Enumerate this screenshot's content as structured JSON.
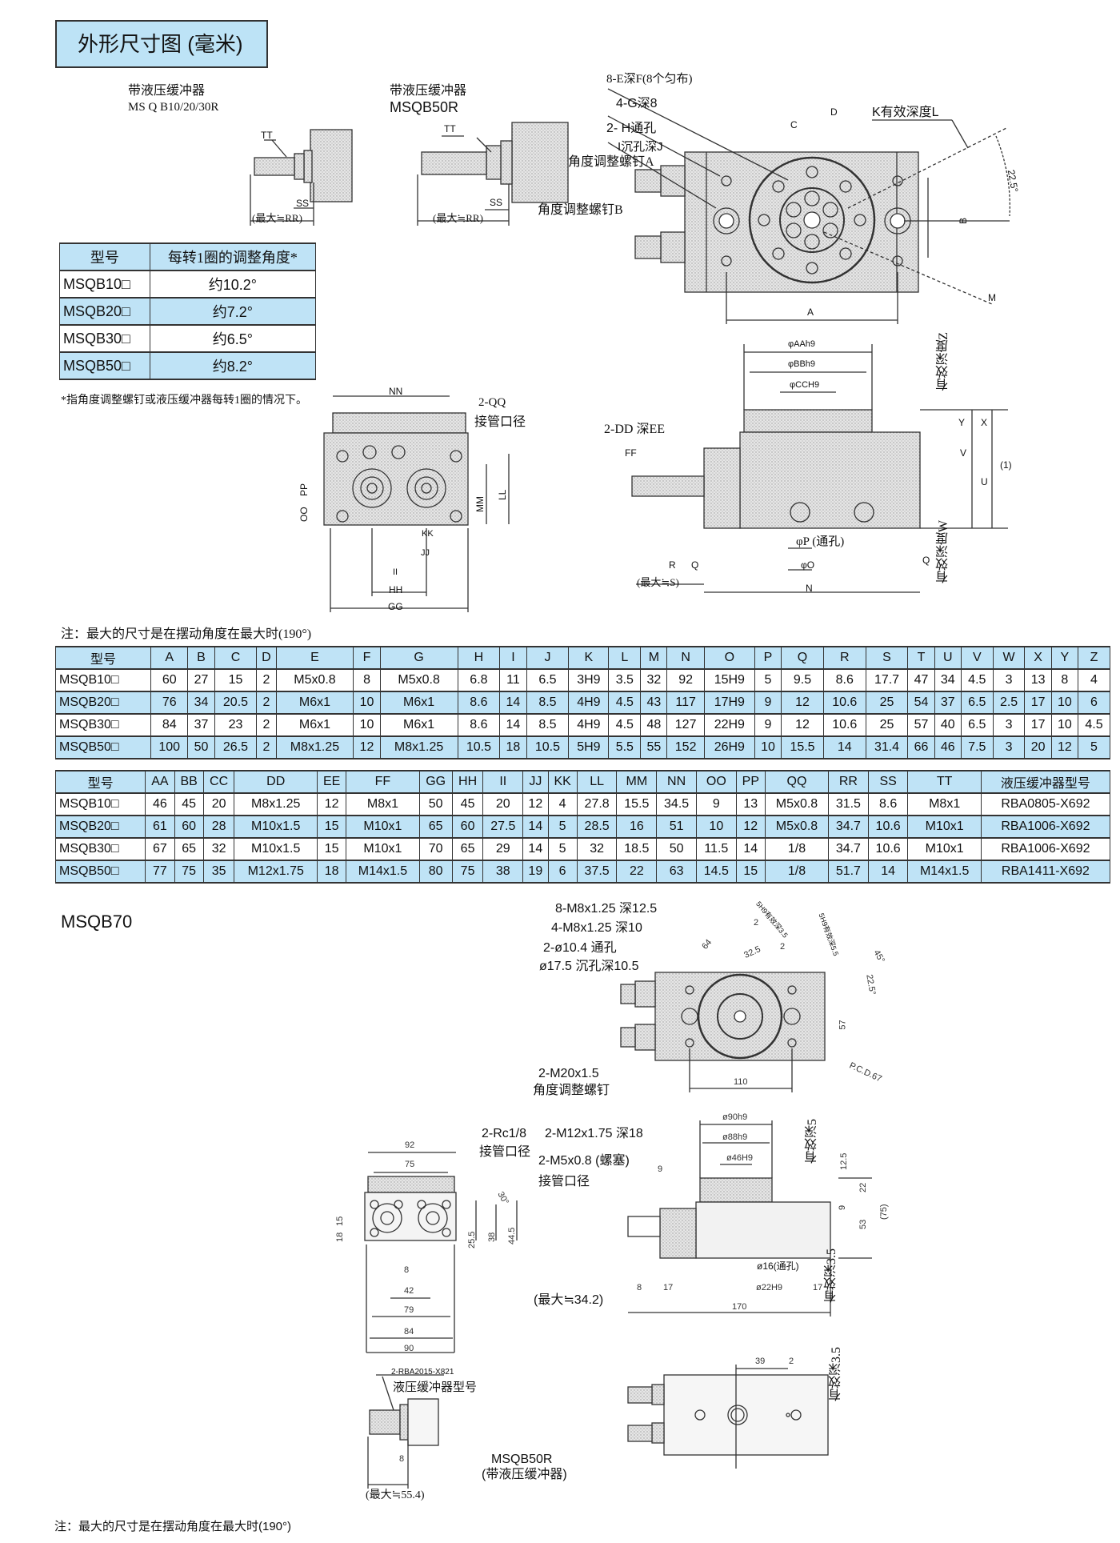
{
  "header": {
    "title": "外形尺寸图 (毫米)"
  },
  "captions": {
    "buffer_small_title": "带液压缓冲器",
    "buffer_small_model": "MS Q B10/20/30R",
    "buffer_50_title": "带液压缓冲器",
    "buffer_50_model": "MSQB50R"
  },
  "angle_table": {
    "headers": [
      "型号",
      "每转1圈的调整角度*"
    ],
    "rows": [
      [
        "MSQB10□",
        "约10.2°"
      ],
      [
        "MSQB20□",
        "约7.2°"
      ],
      [
        "MSQB30□",
        "约6.5°"
      ],
      [
        "MSQB50□",
        "约8.2°"
      ]
    ],
    "footnote": "*指角度调整螺钉或液压缓冲器每转1圈的情况下。"
  },
  "note_max": "注：最大的尺寸是在摆动角度在最大时(190°)",
  "dim_table_1": {
    "headers": [
      "型号",
      "A",
      "B",
      "C",
      "D",
      "E",
      "F",
      "G",
      "H",
      "I",
      "J",
      "K",
      "L",
      "M",
      "N",
      "O",
      "P",
      "Q",
      "R",
      "S",
      "T",
      "U",
      "V",
      "W",
      "X",
      "Y",
      "Z"
    ],
    "rows": [
      [
        "MSQB10□",
        "60",
        "27",
        "15",
        "2",
        "M5x0.8",
        "8",
        "M5x0.8",
        "6.8",
        "11",
        "6.5",
        "3H9",
        "3.5",
        "32",
        "92",
        "15H9",
        "5",
        "9.5",
        "8.6",
        "17.7",
        "47",
        "34",
        "4.5",
        "3",
        "13",
        "8",
        "4"
      ],
      [
        "MSQB20□",
        "76",
        "34",
        "20.5",
        "2",
        "M6x1",
        "10",
        "M6x1",
        "8.6",
        "14",
        "8.5",
        "4H9",
        "4.5",
        "43",
        "117",
        "17H9",
        "9",
        "12",
        "10.6",
        "25",
        "54",
        "37",
        "6.5",
        "2.5",
        "17",
        "10",
        "6"
      ],
      [
        "MSQB30□",
        "84",
        "37",
        "23",
        "2",
        "M6x1",
        "10",
        "M6x1",
        "8.6",
        "14",
        "8.5",
        "4H9",
        "4.5",
        "48",
        "127",
        "22H9",
        "9",
        "12",
        "10.6",
        "25",
        "57",
        "40",
        "6.5",
        "3",
        "17",
        "10",
        "4.5"
      ],
      [
        "MSQB50□",
        "100",
        "50",
        "26.5",
        "2",
        "M8x1.25",
        "12",
        "M8x1.25",
        "10.5",
        "18",
        "10.5",
        "5H9",
        "5.5",
        "55",
        "152",
        "26H9",
        "10",
        "15.5",
        "14",
        "31.4",
        "66",
        "46",
        "7.5",
        "3",
        "20",
        "12",
        "5"
      ]
    ]
  },
  "dim_table_2": {
    "headers": [
      "型号",
      "AA",
      "BB",
      "CC",
      "DD",
      "EE",
      "FF",
      "GG",
      "HH",
      "II",
      "JJ",
      "KK",
      "LL",
      "MM",
      "NN",
      "OO",
      "PP",
      "QQ",
      "RR",
      "SS",
      "TT",
      "液压缓冲器型号"
    ],
    "rows": [
      [
        "MSQB10□",
        "46",
        "45",
        "20",
        "M8x1.25",
        "12",
        "M8x1",
        "50",
        "45",
        "20",
        "12",
        "4",
        "27.8",
        "15.5",
        "34.5",
        "9",
        "13",
        "M5x0.8",
        "31.5",
        "8.6",
        "M8x1",
        "RBA0805-X692"
      ],
      [
        "MSQB20□",
        "61",
        "60",
        "28",
        "M10x1.5",
        "15",
        "M10x1",
        "65",
        "60",
        "27.5",
        "14",
        "5",
        "28.5",
        "16",
        "51",
        "10",
        "12",
        "M5x0.8",
        "34.7",
        "10.6",
        "M10x1",
        "RBA1006-X692"
      ],
      [
        "MSQB30□",
        "67",
        "65",
        "32",
        "M10x1.5",
        "15",
        "M10x1",
        "70",
        "65",
        "29",
        "14",
        "5",
        "32",
        "18.5",
        "50",
        "11.5",
        "14",
        "1/8",
        "34.7",
        "10.6",
        "M10x1",
        "RBA1006-X692"
      ],
      [
        "MSQB50□",
        "77",
        "75",
        "35",
        "M12x1.75",
        "18",
        "M14x1.5",
        "80",
        "75",
        "38",
        "19",
        "6",
        "37.5",
        "22",
        "63",
        "14.5",
        "15",
        "1/8",
        "51.7",
        "14",
        "M14x1.5",
        "RBA1411-X692"
      ]
    ]
  },
  "drawings": {
    "buffer_small": {
      "tt": "TT",
      "ss": "SS",
      "rr": "(最大≒RR)"
    },
    "buffer_50": {
      "tt": "TT",
      "ss": "SS",
      "rr": "(最大≒RR)"
    },
    "top_view": {
      "e": "8-E深F(8个匀布)",
      "g": "4-G深8",
      "h": "2-  H通孔",
      "i": "I沉孔深J",
      "screw_a": "角度调整螺钉A",
      "screw_b": "角度调整螺钉B",
      "c": "C",
      "d": "D",
      "k": "K有效深度L",
      "angle": "22.5°",
      "b": "B",
      "a": "A",
      "m": "M"
    },
    "side_view": {
      "nn": "NN",
      "qq": "2-QQ",
      "port": "接管口径",
      "pp": "PP",
      "oo": "OO",
      "mm": "MM",
      "ll": "LL",
      "kk": "KK",
      "jj": "JJ",
      "ii": "II",
      "hh": "HH",
      "gg": "GG"
    },
    "section_view": {
      "aa": "φAAh9",
      "bb": "φBBh9",
      "cc": "φCCH9",
      "z": "有效深度Z",
      "dd": "2-DD 深EE",
      "ff": "FF",
      "y": "Y",
      "x": "X",
      "v": "V",
      "u": "U",
      "one": "(1)",
      "p": "φP (通孔)",
      "o": "φO",
      "r": "R",
      "q1": "Q",
      "q2": "Q",
      "s": "(最大≒S)",
      "n": "N",
      "w": "有效深度W"
    }
  },
  "msqb70": {
    "title": "MSQB70",
    "top_view": {
      "l1": "8-M8x1.25 深12.5",
      "l2": "4-M8x1.25 深10",
      "l3": "2-ø10.4 通孔",
      "l4": "ø17.5 沉孔深10.5",
      "l5": "2-M20x1.5",
      "l6": "角度调整螺钉",
      "d110": "110",
      "pcd": "P.C.D.67",
      "d57": "57",
      "a225": "22.5°",
      "a45": "45°",
      "d325": "32.5",
      "d64": "64",
      "d2a": "2",
      "d2b": "2",
      "h1": "5H9有效深3.5",
      "h2": "5H9有效深5.5"
    },
    "side_view": {
      "rc": "2-Rc1/8",
      "port": "接管口径",
      "d92": "92",
      "d75": "75",
      "a30": "30°",
      "d18": "18",
      "d15": "15",
      "d255": "25.5",
      "d38": "38",
      "d445": "44.5",
      "d8": "8",
      "d42": "42",
      "d79": "79",
      "d84": "84",
      "d90": "90"
    },
    "section_view": {
      "m12": "2-M12x1.75 深18",
      "m5": "2-M5x0.8 (螺塞)",
      "port": "接管口径",
      "d90": "ø90h9",
      "d88": "ø88h9",
      "d46": "ø46H9",
      "depth5": "有效深5",
      "d125": "12.5",
      "d22": "22",
      "d9a": "9",
      "d53": "53",
      "d75": "(75)",
      "d9b": "9",
      "d16": "ø16(通孔)",
      "d22h": "ø22H9",
      "d8": "8",
      "d17a": "17",
      "d17b": "17",
      "max": "(最大≒34.2)",
      "d170": "170",
      "depth35": "有效深3.5"
    },
    "buffer": {
      "model": "2-RBA2015-X821",
      "label": "液压缓冲器型号",
      "d8": "8",
      "max": "(最大≒55.4)",
      "caption1": "MSQB50R",
      "caption2": "(带液压缓冲器)"
    },
    "bottom_view": {
      "d39": "39",
      "d2": "2",
      "depth": "有效深3.5"
    }
  },
  "colors": {
    "accent_blue": "#bfe3f6",
    "line": "#333333"
  }
}
